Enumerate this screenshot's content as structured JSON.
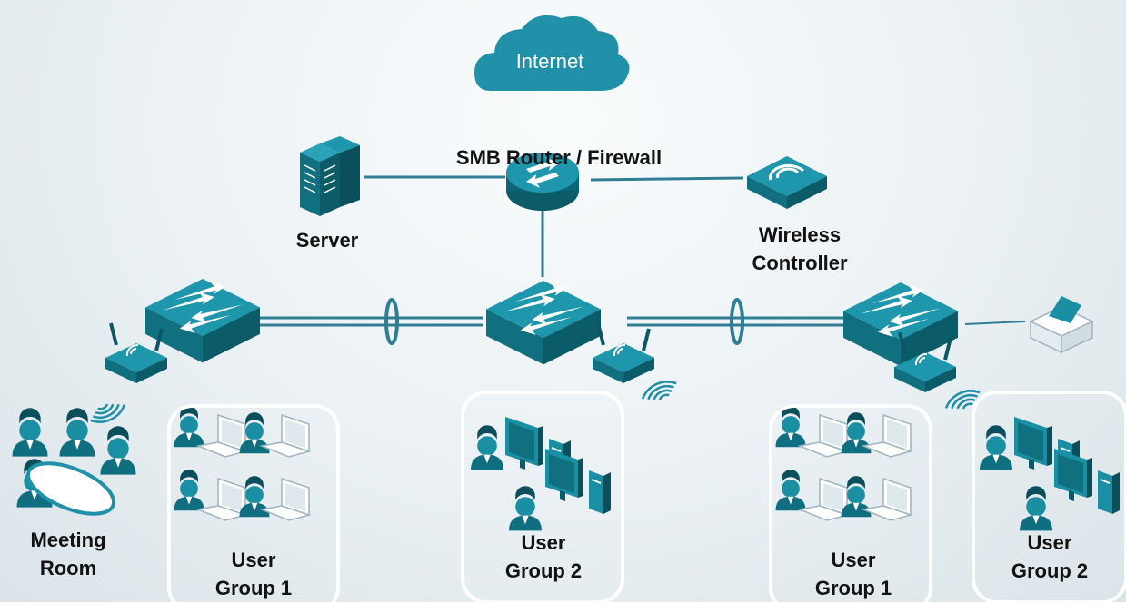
{
  "cloud": {
    "label": "Internet"
  },
  "router": {
    "label": "SMB Router / Firewall"
  },
  "server": {
    "label": "Server"
  },
  "wireless_controller": {
    "line1": "Wireless",
    "line2": "Controller"
  },
  "meeting_room": {
    "line1": "Meeting",
    "line2": "Room"
  },
  "groups": [
    {
      "line1": "User",
      "line2": "Group 1"
    },
    {
      "line1": "User",
      "line2": "Group 2"
    },
    {
      "line1": "User",
      "line2": "Group 1"
    },
    {
      "line1": "User",
      "line2": "Group 2"
    }
  ],
  "colors": {
    "device_top": "#1a8fa3",
    "device_side": "#0e6577",
    "device_dark": "#0b5566",
    "link": "#2f7e93",
    "group_border": "#ffffff",
    "label": "#121212"
  }
}
